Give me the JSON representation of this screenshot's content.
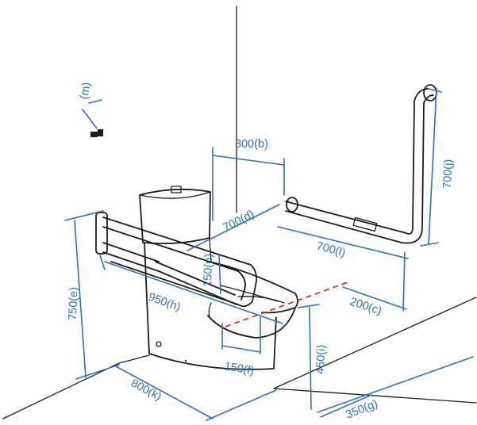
{
  "colors": {
    "dimension": "#2b72b8",
    "drawing": "#1d1d1d",
    "dashed": "#d11f1f"
  },
  "labels": {
    "a": "300(b)",
    "b": "700(j)",
    "c": "700(d)",
    "d": "700(l)",
    "e": "150(n)",
    "f": "750(e)",
    "g": "950(h)",
    "h": "200(c)",
    "i": "450(i)",
    "j": "150(f)",
    "k": "800(k)",
    "l": "350(g)",
    "m": "(m)"
  }
}
